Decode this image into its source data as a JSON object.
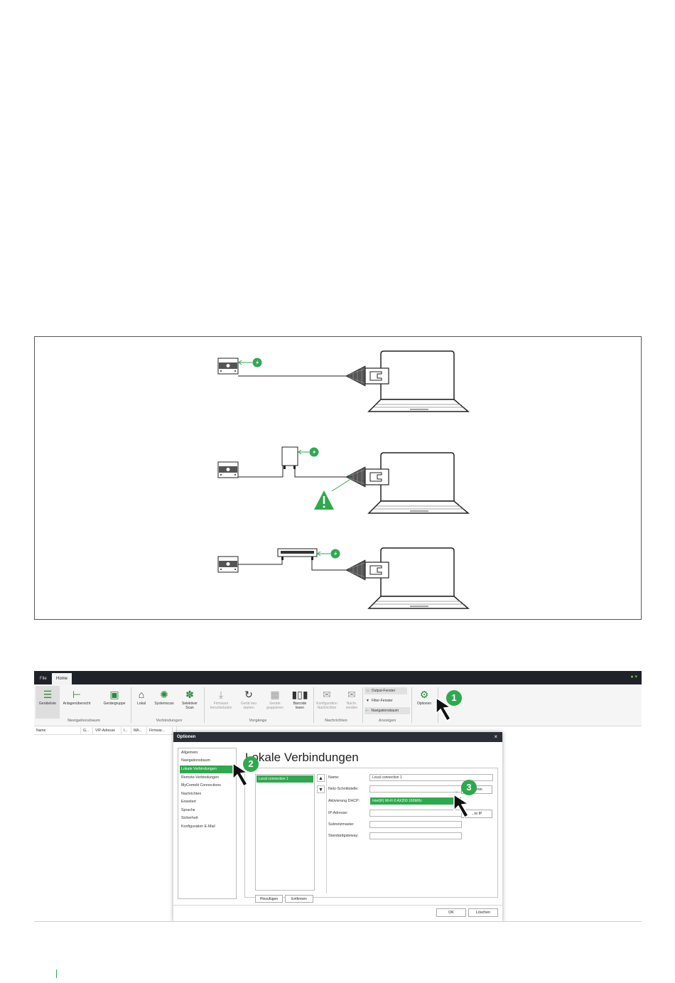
{
  "colors": {
    "accent": "#2fa84f",
    "titlebar": "#1f2228",
    "warning": "#2fa84f"
  },
  "app": {
    "menu": {
      "file": "File",
      "home": "Home"
    },
    "ribbon": {
      "navigation_group": "Navigationsbaum",
      "connections_group": "Verbindungen",
      "processes_group": "Vorgänge",
      "messages_group": "Nachrichten",
      "display_group": "Anzeigen",
      "buttons": {
        "device_list": "Geräteliste",
        "system_overview": "Anlagenübersicht",
        "device_group": "Gerätegruppe",
        "local": "Lokal",
        "system_scan": "Systemscan",
        "selective_scan_1": "Selektiver",
        "selective_scan_2": "Scan",
        "firmware_1": "Firmware",
        "firmware_2": "herunterladen",
        "restart_1": "Gerät neu",
        "restart_2": "starten",
        "group_1": "Geräte",
        "group_2": "gruppieren",
        "barcode_1": "Barcode",
        "barcode_2": "lesen",
        "config_msg_1": "Konfiguration",
        "config_msg_2": "Nachrichten",
        "send_msg_1": "Nachr.",
        "send_msg_2": "senden",
        "output_window": "Output-Fenster",
        "filter_window": "Filter-Fenster",
        "nav_tree": "Navigationsbaum",
        "options": "Optionen"
      }
    },
    "grid_columns": [
      "Name",
      "G...",
      "VIP-Adresse",
      "I...",
      "MA...",
      "Firmwar..."
    ]
  },
  "dialog": {
    "title": "Optionen",
    "close": "×",
    "nav_items": [
      "Allgemein",
      "Navigationsbaum",
      "Lokale Verbindungen",
      "Remote-Verbindungen",
      "MyComelit Connections",
      "Nachrichten",
      "Erweitert",
      "Sprache",
      "Sicherheit",
      "Konfiguration E-Mail"
    ],
    "heading": "Lokale Verbindungen",
    "connections": [
      "Local connection 1"
    ],
    "add_button": "Hinzufügen",
    "remove_button": "Entfernen",
    "fields": {
      "name_label": "Name:",
      "name_value": "Local connection 1",
      "interface_label": "Netz-Schnittstelle:",
      "interface_option": "Intel(R) Wi-Fi 6 AX200 160MHz",
      "dhcp_label": "Aktivierung DHCP:",
      "ip_label": "IP-Adresse:",
      "subnet_label": "Subnetzmaske:",
      "gateway_label": "Standardgateway:"
    },
    "side_button_1": "...ieren",
    "side_button_2": "...to IP",
    "ok": "OK",
    "delete": "Löschen"
  },
  "callouts": [
    "1",
    "2",
    "3"
  ]
}
